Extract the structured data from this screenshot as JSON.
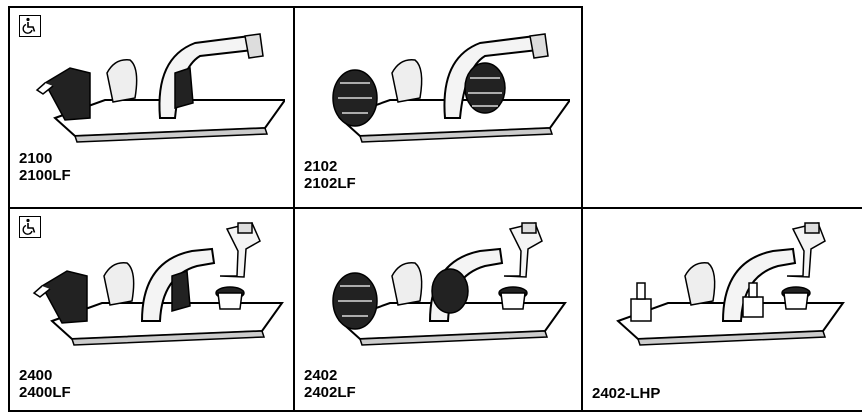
{
  "cells": [
    {
      "models": [
        "2100",
        "2100LF"
      ],
      "ada": true,
      "handle": "lever",
      "sprayer": false
    },
    {
      "models": [
        "2102",
        "2102LF"
      ],
      "ada": false,
      "handle": "knob",
      "sprayer": false
    },
    {
      "models": [],
      "ada": false,
      "empty": true
    },
    {
      "models": [
        "2400",
        "2400LF"
      ],
      "ada": true,
      "handle": "lever",
      "sprayer": true
    },
    {
      "models": [
        "2402",
        "2402LF"
      ],
      "ada": false,
      "handle": "knob",
      "sprayer": true
    },
    {
      "models": [
        "2402-LHP"
      ],
      "ada": false,
      "handle": "none",
      "sprayer": true
    }
  ],
  "icons": {
    "ada": "wheelchair-accessible-icon"
  }
}
